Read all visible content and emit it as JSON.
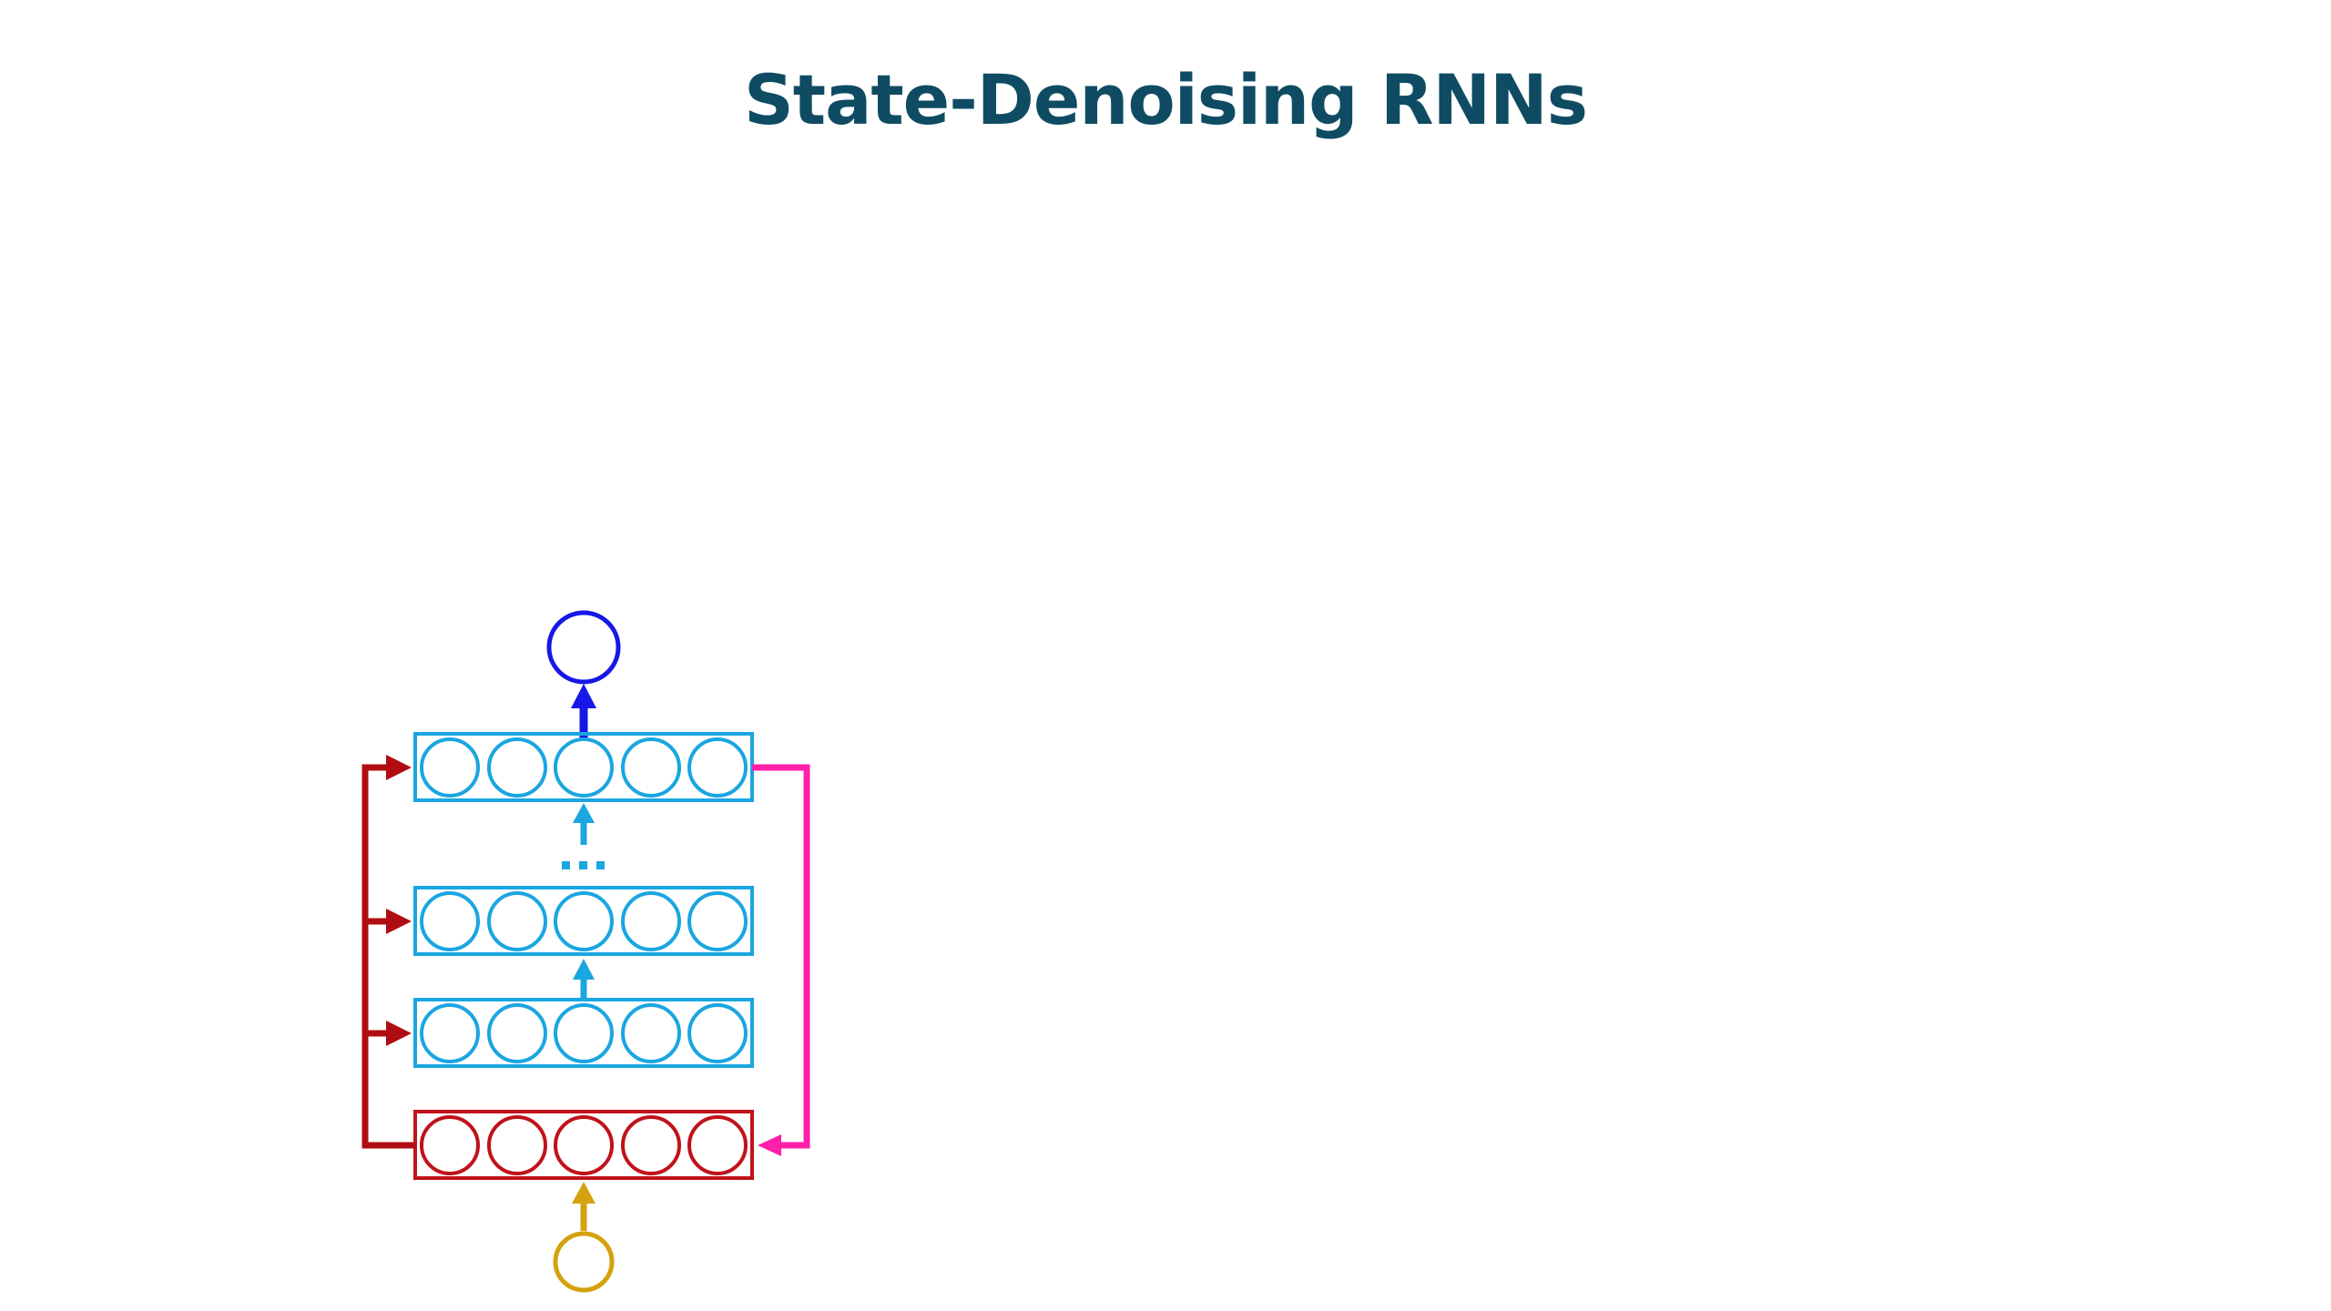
{
  "slide": {
    "title": "State-Denoising RNNs"
  },
  "diagram": {
    "ellipsis": "...",
    "units_per_layer": 5,
    "hidden_layers_shown": 3,
    "colors": {
      "title": "#0f4c63",
      "hidden_layer": "#1aa6e0",
      "state_layer": "#c0121b",
      "output_node": "#1717e6",
      "input_node": "#d4a20f",
      "feedback_arrow": "#ff1fa8",
      "attractor_arrows": "#b00d12"
    },
    "icons": {
      "output": "output-node-icon",
      "input": "input-node-icon"
    }
  }
}
